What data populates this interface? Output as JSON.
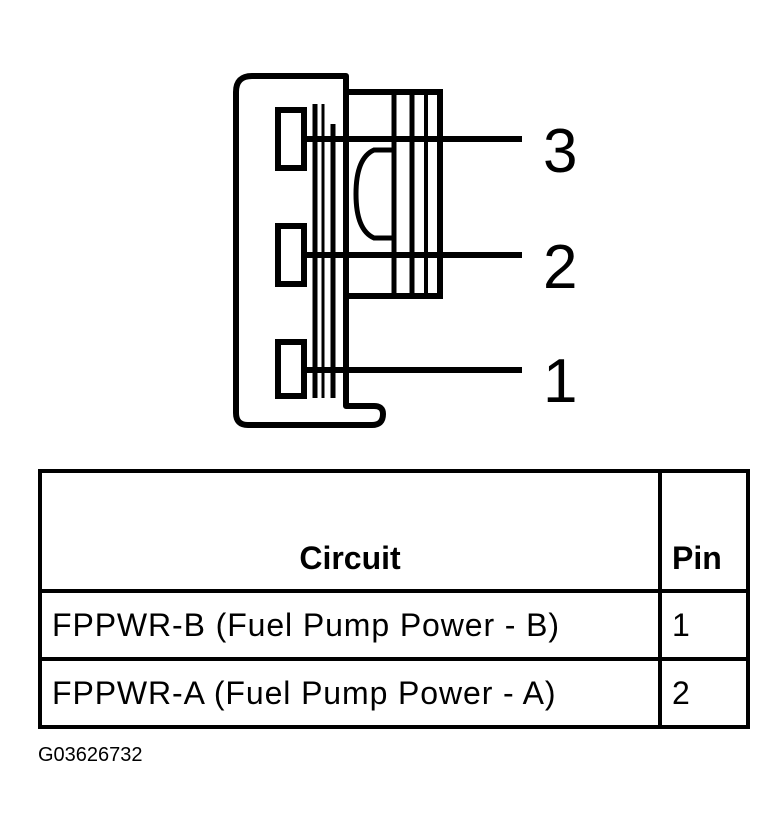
{
  "diagram": {
    "pin_labels": [
      "3",
      "2",
      "1"
    ]
  },
  "table": {
    "headers": {
      "circuit": "Circuit",
      "pin": "Pin"
    },
    "rows": [
      {
        "circuit": "FPPWR-B (Fuel Pump Power - B)",
        "pin": "1"
      },
      {
        "circuit": "FPPWR-A (Fuel Pump Power - A)",
        "pin": "2"
      }
    ]
  },
  "figure_id": "G03626732"
}
